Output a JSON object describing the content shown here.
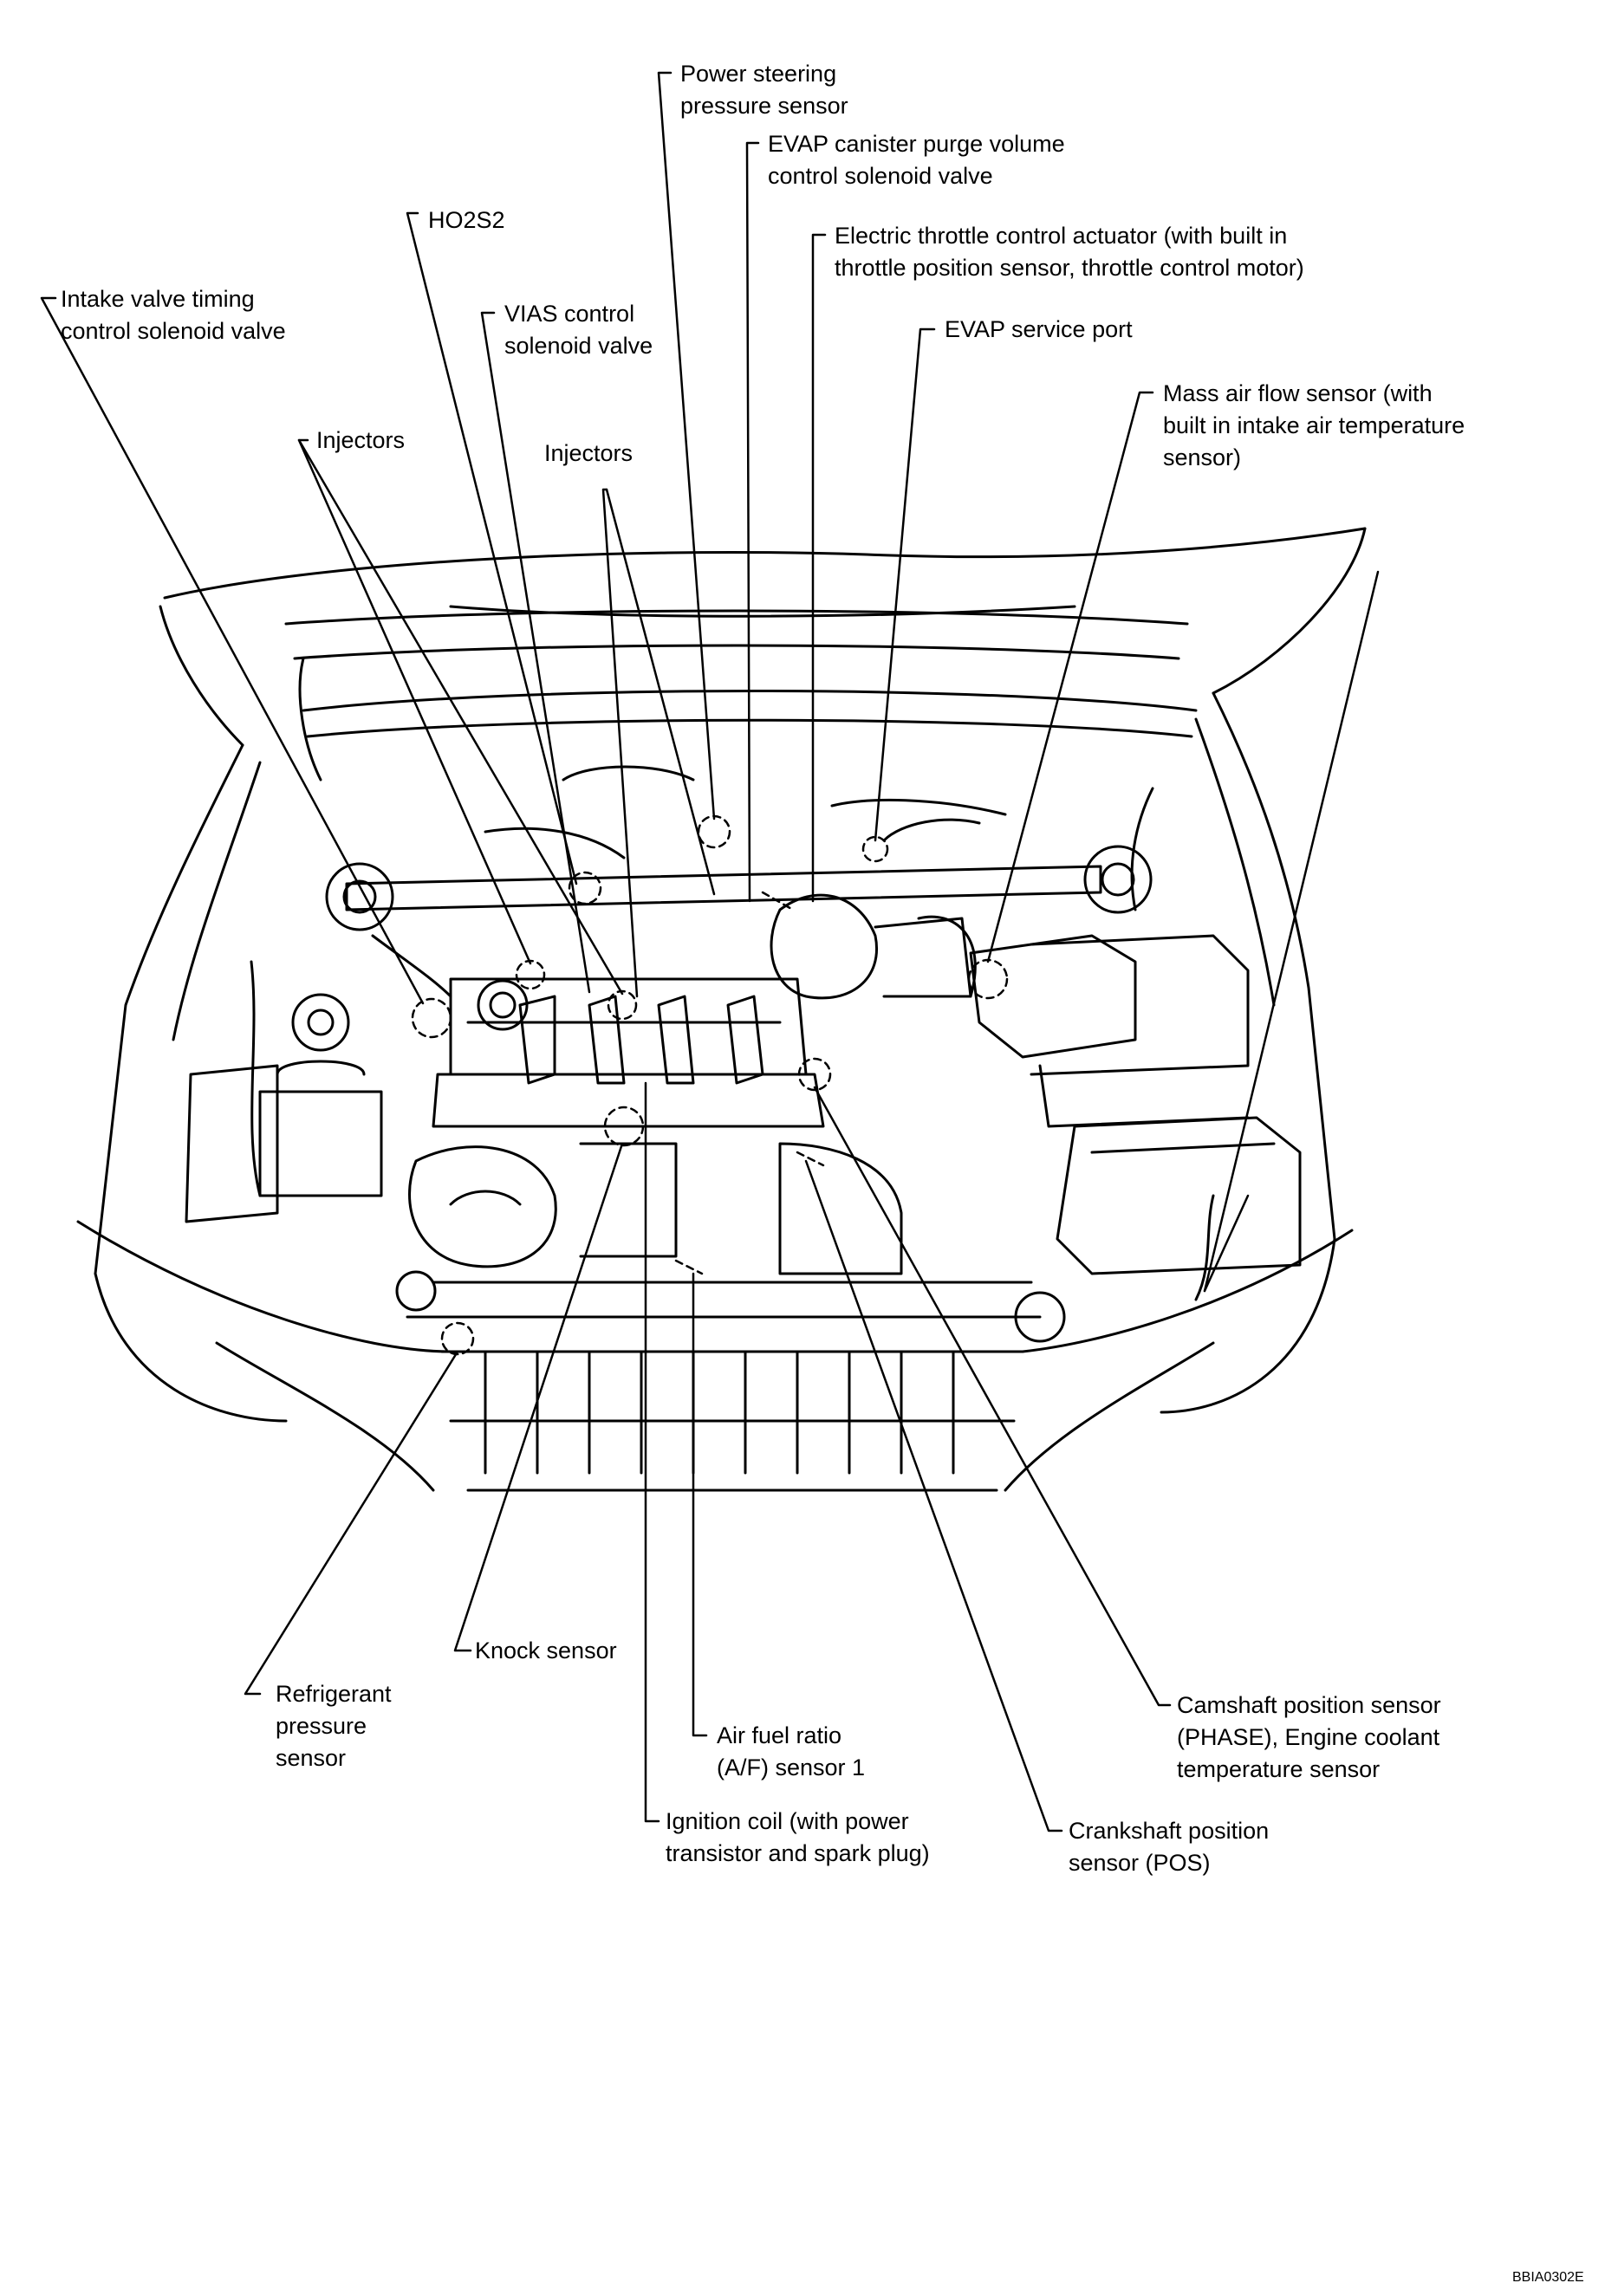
{
  "labels": {
    "power_steering": [
      "Power steering",
      "pressure sensor"
    ],
    "evap_purge": [
      "EVAP canister purge volume",
      "control solenoid valve"
    ],
    "ho2s2": [
      "HO2S2"
    ],
    "throttle": [
      "Electric throttle control actuator (with built in",
      "throttle position sensor, throttle control motor)"
    ],
    "intake_valve_timing": [
      "Intake valve timing",
      "control solenoid valve"
    ],
    "vias": [
      "VIAS control",
      "solenoid valve"
    ],
    "evap_port": [
      "EVAP service port"
    ],
    "maf": [
      "Mass air flow sensor (with",
      "built in intake air temperature",
      "sensor)"
    ],
    "injectors_left": [
      "Injectors"
    ],
    "injectors_center": [
      "Injectors"
    ],
    "knock": [
      "Knock sensor"
    ],
    "refrigerant": [
      "Refrigerant",
      "pressure",
      "sensor"
    ],
    "af_sensor": [
      "Air fuel ratio",
      "(A/F) sensor 1"
    ],
    "camshaft": [
      "Camshaft position sensor",
      "(PHASE), Engine coolant",
      "temperature sensor"
    ],
    "ignition_coil": [
      "Ignition coil (with power",
      "transistor and spark plug)"
    ],
    "crankshaft": [
      "Crankshaft position",
      "sensor (POS)"
    ]
  },
  "figure_code": "BBIA0302E",
  "colors": {
    "line": "#000000",
    "background": "#ffffff"
  }
}
